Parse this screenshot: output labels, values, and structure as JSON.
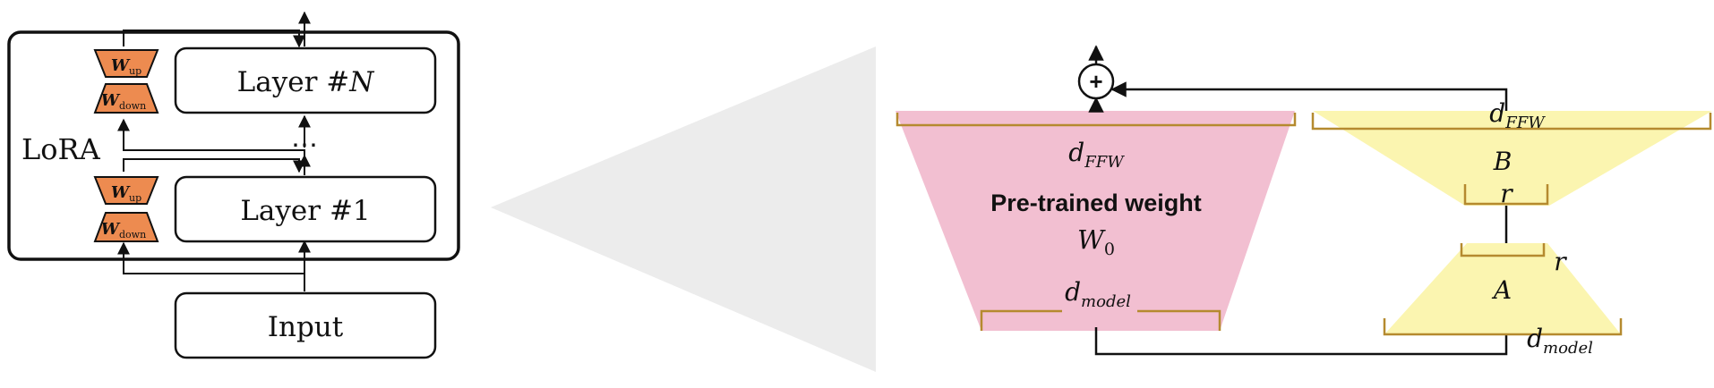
{
  "left_panel": {
    "group_label": "LoRA",
    "layer_top": {
      "prefix": "Layer #",
      "index": "N"
    },
    "layer_bottom": "Layer #1",
    "input": "Input",
    "ellipsis": "⋯",
    "adapter_up": {
      "symbol": "W",
      "subscript": "up"
    },
    "adapter_down": {
      "symbol": "W",
      "subscript": "down"
    }
  },
  "right_panel": {
    "pretrained": {
      "title": "Pre-trained weight",
      "symbol": "W",
      "symbol_sub": "0",
      "top_dim": {
        "symbol": "d",
        "sub": "FFW"
      },
      "bottom_dim": {
        "symbol": "d",
        "sub": "model"
      }
    },
    "matrix_b": {
      "label": "B",
      "top_dim": {
        "symbol": "d",
        "sub": "FFW"
      },
      "rank": "r"
    },
    "matrix_a": {
      "label": "A",
      "rank": "r",
      "bottom_dim": {
        "symbol": "d",
        "sub": "model"
      }
    },
    "sum_symbol": "+"
  },
  "colors": {
    "adapter_fill": "#ed8b50",
    "pretrained_fill": "#f2bfd1",
    "lora_fill": "#fbf5b0",
    "bracket": "#b58a2f",
    "zoom_cone": "#ececec",
    "line": "#111111"
  }
}
